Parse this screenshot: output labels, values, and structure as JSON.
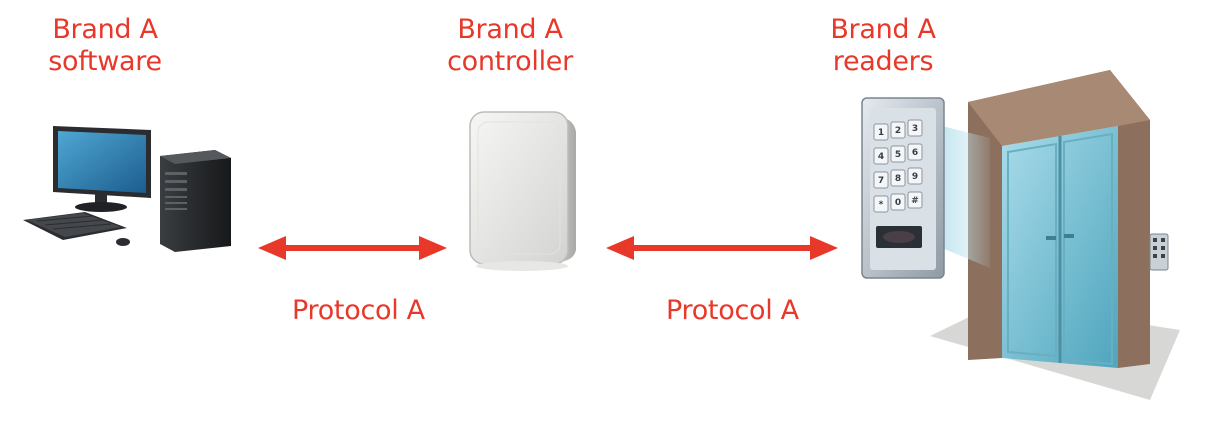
{
  "nodes": [
    {
      "id": "software",
      "line1": "Brand A",
      "line2": "software",
      "icon": "desktop-computer-icon"
    },
    {
      "id": "controller",
      "line1": "Brand A",
      "line2": "controller",
      "icon": "controller-box-icon"
    },
    {
      "id": "readers",
      "line1": "Brand A",
      "line2": "readers",
      "icon": "keypad-reader-door-icon"
    }
  ],
  "links": [
    {
      "from": "software",
      "to": "controller",
      "label": "Protocol A",
      "bidirectional": true
    },
    {
      "from": "controller",
      "to": "readers",
      "label": "Protocol A",
      "bidirectional": true
    }
  ],
  "keypad_keys": [
    "1",
    "2",
    "3",
    "4",
    "5",
    "6",
    "7",
    "8",
    "9",
    "*",
    "0",
    "#"
  ],
  "colors": {
    "accent": "#e8382a",
    "glass": "#7fc6d8",
    "frame": "#8c6f5c"
  }
}
